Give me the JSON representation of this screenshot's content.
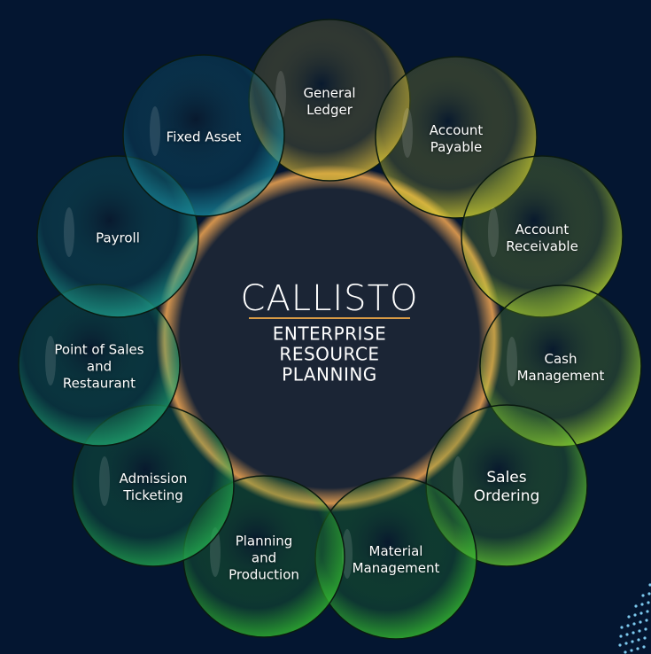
{
  "center": {
    "title": "CALLISTO",
    "subtitle_lines": [
      "ENTERPRISE",
      "RESOURCE",
      "PLANNING"
    ],
    "glow_color": "#e8a050",
    "fill_color": "#1b2535"
  },
  "modules": [
    {
      "lines": [
        "General",
        "Ledger"
      ],
      "color": "#d8b838"
    },
    {
      "lines": [
        "Account",
        "Payable"
      ],
      "color": "#d8d030"
    },
    {
      "lines": [
        "Account",
        "Receivable"
      ],
      "color": "#b8d830"
    },
    {
      "lines": [
        "Cash",
        "Management"
      ],
      "color": "#9ad830"
    },
    {
      "lines": [
        "Sales",
        "Ordering"
      ],
      "color": "#66d030"
    },
    {
      "lines": [
        "Material",
        "Management"
      ],
      "color": "#38c430"
    },
    {
      "lines": [
        "Planning",
        "and",
        "Production"
      ],
      "color": "#34c030"
    },
    {
      "lines": [
        "Admission",
        "Ticketing"
      ],
      "color": "#24b050"
    },
    {
      "lines": [
        "Point of Sales",
        "and",
        "Restaurant"
      ],
      "color": "#20a870"
    },
    {
      "lines": [
        "Payroll"
      ],
      "color": "#1fa08e"
    },
    {
      "lines": [
        "Fixed Asset"
      ],
      "color": "#1a90a2"
    }
  ]
}
